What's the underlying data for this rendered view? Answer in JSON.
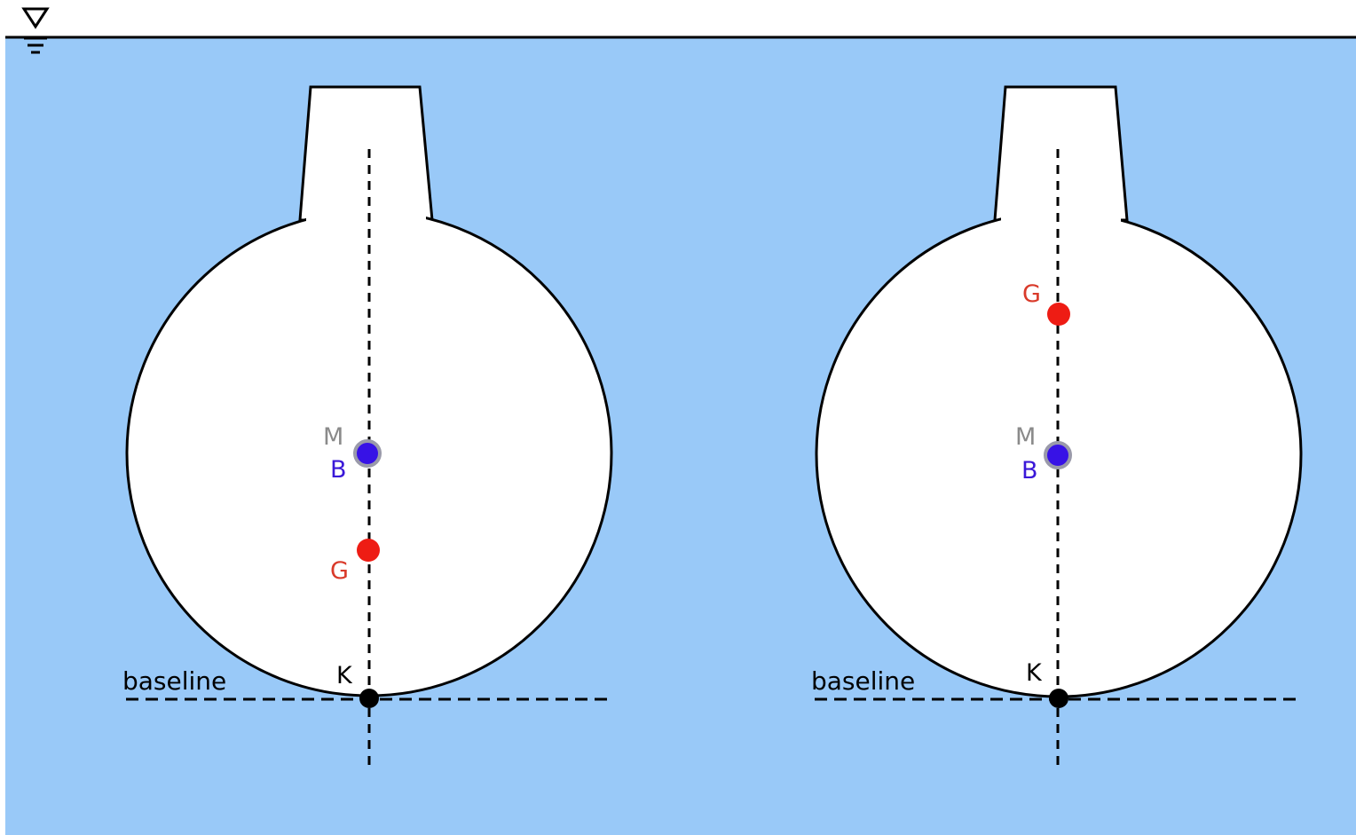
{
  "labels": {
    "baseline": "baseline",
    "keel": "K",
    "metacenter": "M",
    "buoyancy": "B",
    "gravity": "G"
  },
  "colors": {
    "water": "#99c9f8",
    "hull": "#ffffff",
    "outline": "#000000",
    "gravity_point": "#ee1c14",
    "buoyancy_point": "#3712e6",
    "metacenter_ring": "#9a9aaa",
    "metacenter_label": "#8a8a8a",
    "buoyancy_label": "#3a18d8",
    "gravity_label": "#d93a2a"
  },
  "icons": {
    "water_level": "water-level-symbol-icon"
  },
  "vessels": [
    {
      "id": "left",
      "description_of_G": "G below B",
      "points_order_top_to_bottom": [
        "M",
        "B",
        "G",
        "K"
      ]
    },
    {
      "id": "right",
      "description_of_G": "G above B",
      "points_order_top_to_bottom": [
        "G",
        "M",
        "B",
        "K"
      ]
    }
  ]
}
